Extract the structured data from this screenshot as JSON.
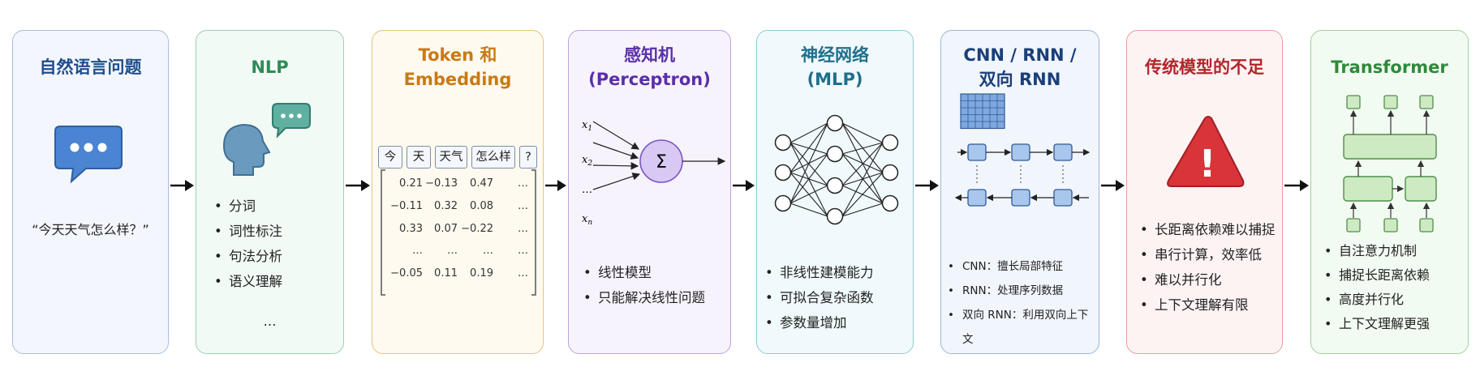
{
  "cards": [
    {
      "title": "自然语言问题",
      "quote": "“今天天气怎么样？”"
    },
    {
      "title": "NLP",
      "bullets": [
        "分词",
        "词性标注",
        "句法分析",
        "语义理解"
      ],
      "ellipsis": "…"
    },
    {
      "title_line1": "Token 和",
      "title_line2": "Embedding",
      "tokens": [
        "今",
        "天",
        "天气",
        "怎么样",
        "?"
      ],
      "matrix": [
        [
          "0.21",
          "−0.13",
          "0.47",
          "…"
        ],
        [
          "−0.11",
          "0.32",
          "0.08",
          "…"
        ],
        [
          "0.33",
          "0.07",
          "−0.22",
          "…"
        ],
        [
          "…",
          "…",
          "…",
          "…"
        ],
        [
          "−0.05",
          "0.11",
          "0.19",
          "…"
        ]
      ]
    },
    {
      "title_line1": "感知机",
      "title_line2": "(Perceptron)",
      "inputs": [
        "x1",
        "x2",
        "…",
        "xn"
      ],
      "sum_symbol": "Σ",
      "bullets": [
        "线性模型",
        "只能解决线性问题"
      ]
    },
    {
      "title_line1": "神经网络",
      "title_line2": "(MLP)",
      "bullets": [
        "非线性建模能力",
        "可拟合复杂函数",
        "参数量增加"
      ]
    },
    {
      "title_line1": "CNN / RNN /",
      "title_line2": "双向 RNN",
      "bullets": [
        "CNN：擅长局部特征",
        "RNN：处理序列数据",
        "双向 RNN：利用双向上下文"
      ]
    },
    {
      "title": "传统模型的不足",
      "alert_symbol": "!",
      "bullets": [
        "长距离依赖难以捕捉",
        "串行计算，效率低",
        "难以并行化",
        "上下文理解有限"
      ]
    },
    {
      "title": "Transformer",
      "bullets": [
        "自注意力机制",
        "捕捉长距离依赖",
        "高度并行化",
        "上下文理解更强"
      ]
    }
  ],
  "colors": {
    "blue": "#1f4e8c",
    "green": "#2e8b57",
    "orange": "#c97a14",
    "purple": "#5b2fa8",
    "teal": "#1f6f8b",
    "navy": "#1a3f7a",
    "red": "#b3262b",
    "darkgreen": "#2e8a3a"
  }
}
